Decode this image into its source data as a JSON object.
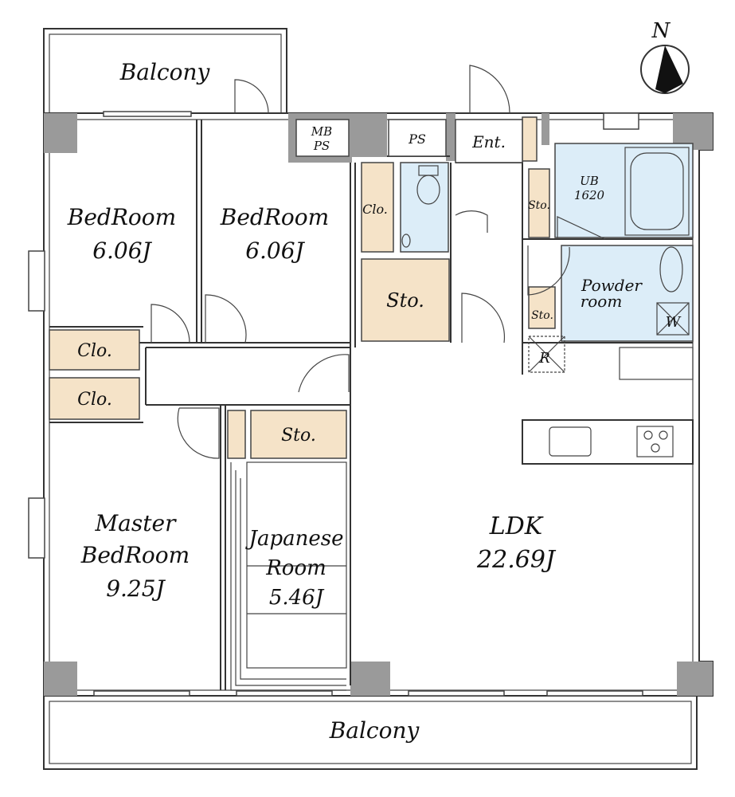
{
  "compass": {
    "label": "N",
    "icon": "north-arrow-icon"
  },
  "rooms": {
    "balcony_top": "Balcony",
    "balcony_bottom": "Balcony",
    "bedroom1": {
      "name": "BedRoom",
      "size": "6.06J"
    },
    "bedroom2": {
      "name": "BedRoom",
      "size": "6.06J"
    },
    "master": {
      "name1": "Master",
      "name2": "BedRoom",
      "size": "9.25J"
    },
    "japanese": {
      "name1": "Japanese",
      "name2": "Room",
      "size": "5.46J"
    },
    "ldk": {
      "name": "LDK",
      "size": "22.69J"
    },
    "clo_small": "Clo.",
    "clo_left1": "Clo.",
    "clo_left2": "Clo.",
    "sto_center": "Sto.",
    "sto_japanese": "Sto.",
    "sto_ub": "Sto.",
    "sto_powder": "Sto.",
    "mbps_line1": "MB",
    "mbps_line2": "PS",
    "ps": "PS",
    "entrance": "Ent.",
    "ub_line1": "UB",
    "ub_line2": "1620",
    "powder_line1": "Powder",
    "powder_line2": "room",
    "washer": "W",
    "fridge": "R"
  },
  "colors": {
    "wall": "#9a9a9a",
    "storage": "#f5e3c8",
    "wet_area": "#dcedf8"
  }
}
